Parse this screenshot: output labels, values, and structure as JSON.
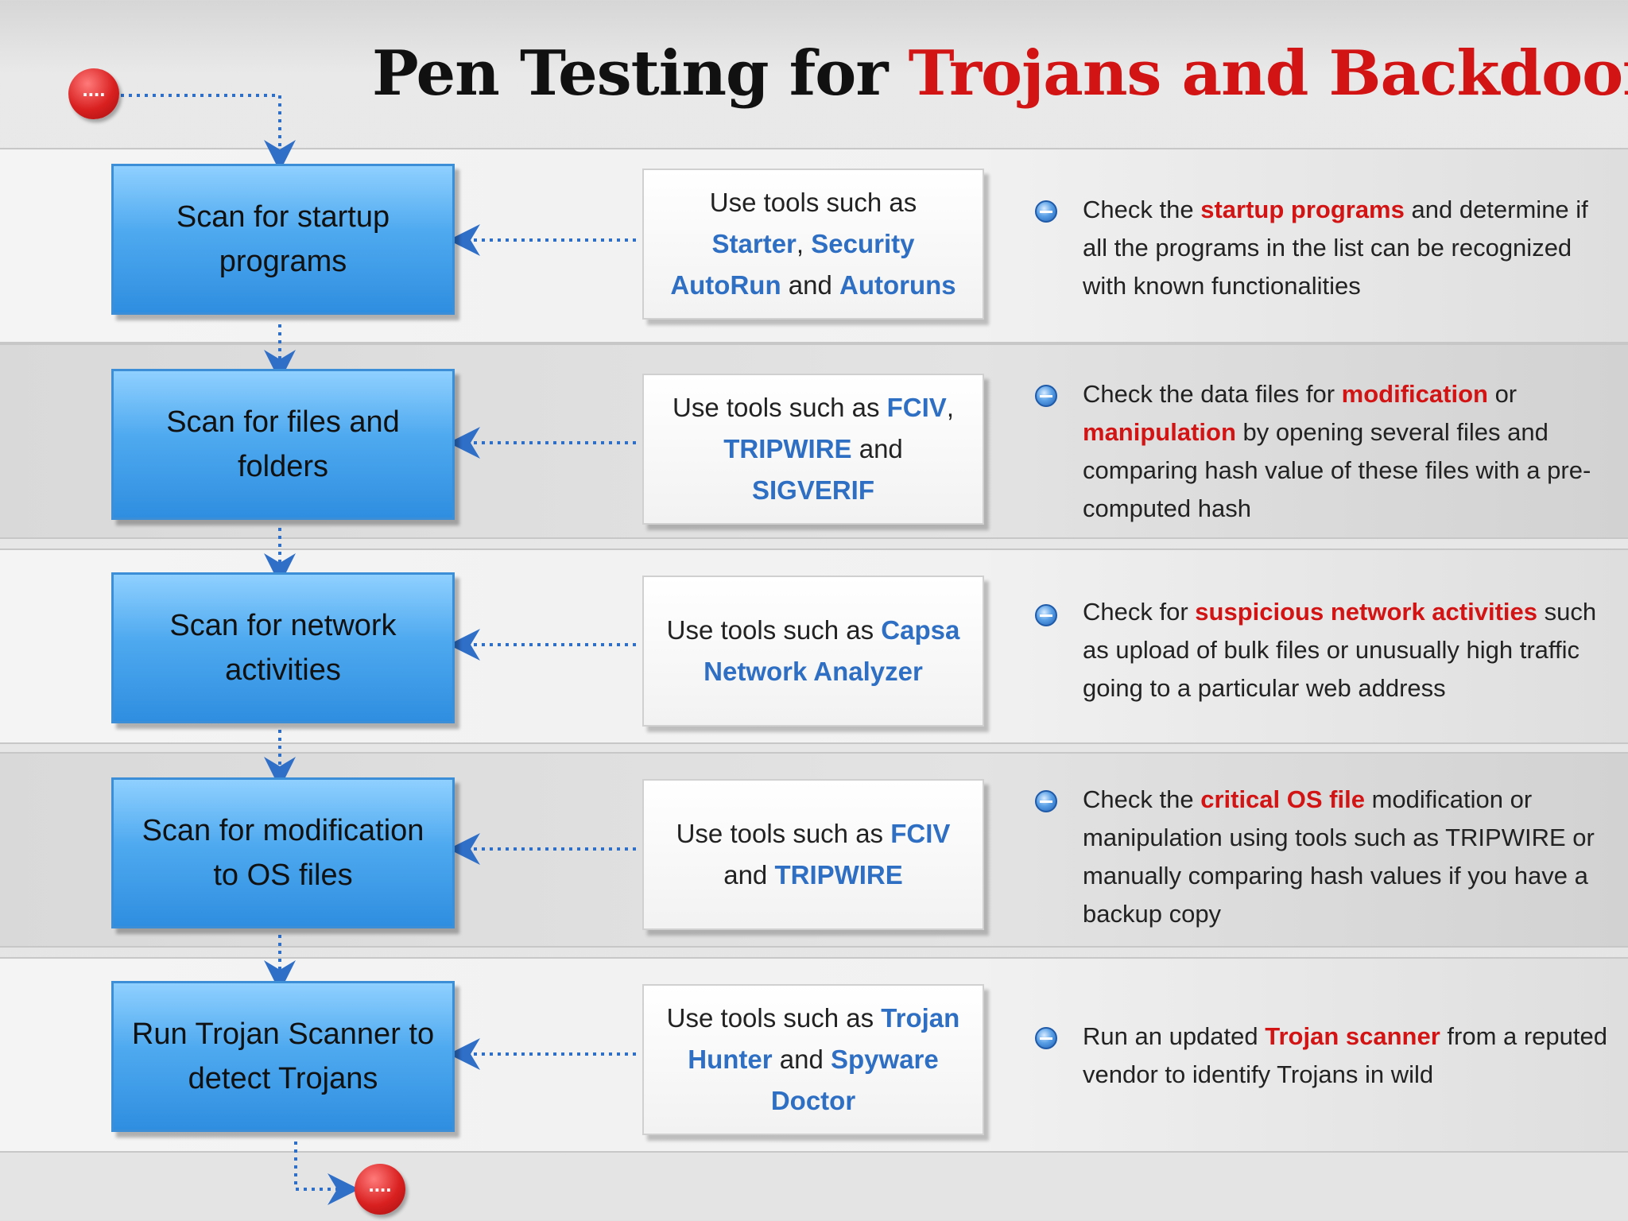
{
  "title": {
    "part1": "Pen Testing for",
    "part2": "Trojans and Backdoors"
  },
  "start_label": "....",
  "end_label": "....",
  "steps": [
    {
      "label": "Scan for startup programs",
      "tools": [
        {
          "text": "Use tools such as ",
          "hl": false
        },
        {
          "text": "Starter",
          "hl": true
        },
        {
          "text": ", ",
          "hl": false
        },
        {
          "text": "Security AutoRun",
          "hl": true
        },
        {
          "text": " and ",
          "hl": false
        },
        {
          "text": "Autoruns",
          "hl": true
        }
      ],
      "desc": [
        {
          "text": "Check the ",
          "red": false
        },
        {
          "text": "startup programs",
          "red": true
        },
        {
          "text": " and determine if all the programs in the list can be recognized with known functionalities",
          "red": false
        }
      ]
    },
    {
      "label": "Scan for files and folders",
      "tools": [
        {
          "text": "Use tools such as ",
          "hl": false
        },
        {
          "text": "FCIV",
          "hl": true
        },
        {
          "text": ", ",
          "hl": false
        },
        {
          "text": "TRIPWIRE",
          "hl": true
        },
        {
          "text": " and ",
          "hl": false
        },
        {
          "text": "SIGVERIF",
          "hl": true
        }
      ],
      "desc": [
        {
          "text": "Check the data files for ",
          "red": false
        },
        {
          "text": "modification",
          "red": true
        },
        {
          "text": " or ",
          "red": false
        },
        {
          "text": "manipulation",
          "red": true
        },
        {
          "text": " by opening several files and comparing hash value of these files with a pre-computed hash",
          "red": false
        }
      ]
    },
    {
      "label": "Scan for network activities",
      "tools": [
        {
          "text": "Use tools such as ",
          "hl": false
        },
        {
          "text": "Capsa Network Analyzer",
          "hl": true
        }
      ],
      "desc": [
        {
          "text": "Check for ",
          "red": false
        },
        {
          "text": "suspicious network activities",
          "red": true
        },
        {
          "text": " such as upload of bulk files or unusually high traffic going to a particular web address",
          "red": false
        }
      ]
    },
    {
      "label": "Scan for modification to OS files",
      "tools": [
        {
          "text": "Use tools such as ",
          "hl": false
        },
        {
          "text": "FCIV",
          "hl": true
        },
        {
          "text": " and ",
          "hl": false
        },
        {
          "text": "TRIPWIRE",
          "hl": true
        }
      ],
      "desc": [
        {
          "text": "Check the ",
          "red": false
        },
        {
          "text": "critical OS file",
          "red": true
        },
        {
          "text": " modification or manipulation using tools such as TRIPWIRE or manually comparing hash values if you have a backup copy",
          "red": false
        }
      ]
    },
    {
      "label": "Run Trojan Scanner to detect Trojans",
      "tools": [
        {
          "text": "Use tools such as ",
          "hl": false
        },
        {
          "text": "Trojan Hunter",
          "hl": true
        },
        {
          "text": " and ",
          "hl": false
        },
        {
          "text": "Spyware Doctor",
          "hl": true
        }
      ],
      "desc": [
        {
          "text": "Run an updated ",
          "red": false
        },
        {
          "text": "Trojan scanner",
          "red": true
        },
        {
          "text": " from a reputed vendor to identify Trojans in wild",
          "red": false
        }
      ]
    }
  ],
  "colors": {
    "accent_red": "#d21414",
    "tool_blue": "#2e6fc4",
    "step_blue": "#4ea9ef"
  }
}
